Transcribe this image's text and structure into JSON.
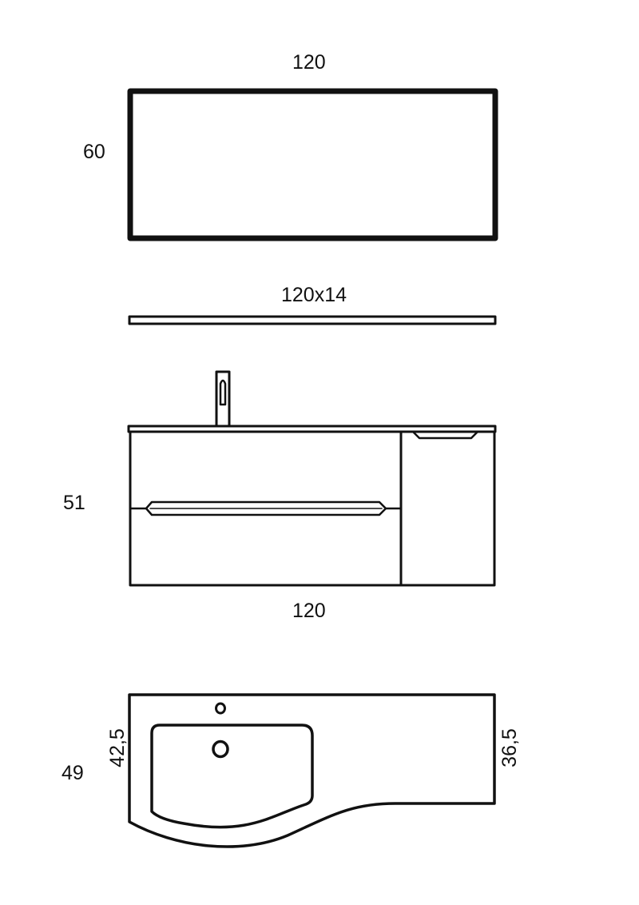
{
  "colors": {
    "line": "#111111",
    "background": "#ffffff"
  },
  "mirror": {
    "width_label": "120",
    "height_label": "60"
  },
  "shelf": {
    "size_label": "120x14"
  },
  "cabinet_front": {
    "height_label": "51",
    "width_label": "120"
  },
  "basin_top": {
    "depth_label": "49",
    "left_side_label": "42,5",
    "right_side_label": "36,5"
  }
}
